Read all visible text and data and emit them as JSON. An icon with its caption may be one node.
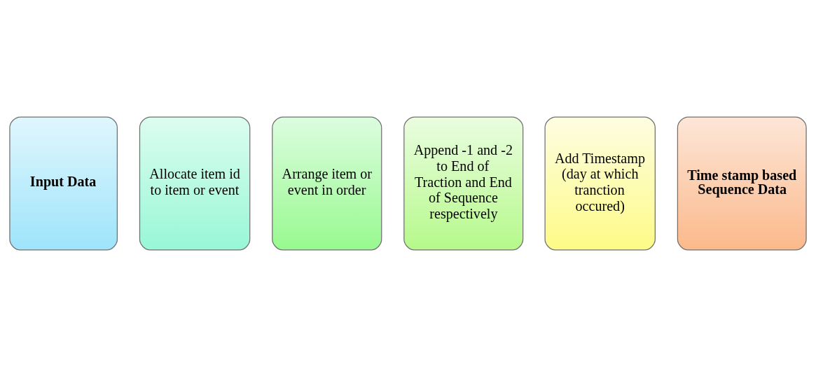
{
  "diagram": {
    "nodes": [
      {
        "text": [
          "Input Data"
        ]
      },
      {
        "text": [
          "Allocate item id to item or event"
        ]
      },
      {
        "text": [
          "Arrange item or event in order"
        ]
      },
      {
        "text": [
          "Append -1 and -2 to End of Traction and End of Sequence respectively"
        ]
      },
      {
        "text": [
          "Add Timestamp (day at which tranction occured)"
        ]
      },
      {
        "text": [
          "Time stamp based Sequence Data"
        ]
      }
    ],
    "edges": []
  }
}
